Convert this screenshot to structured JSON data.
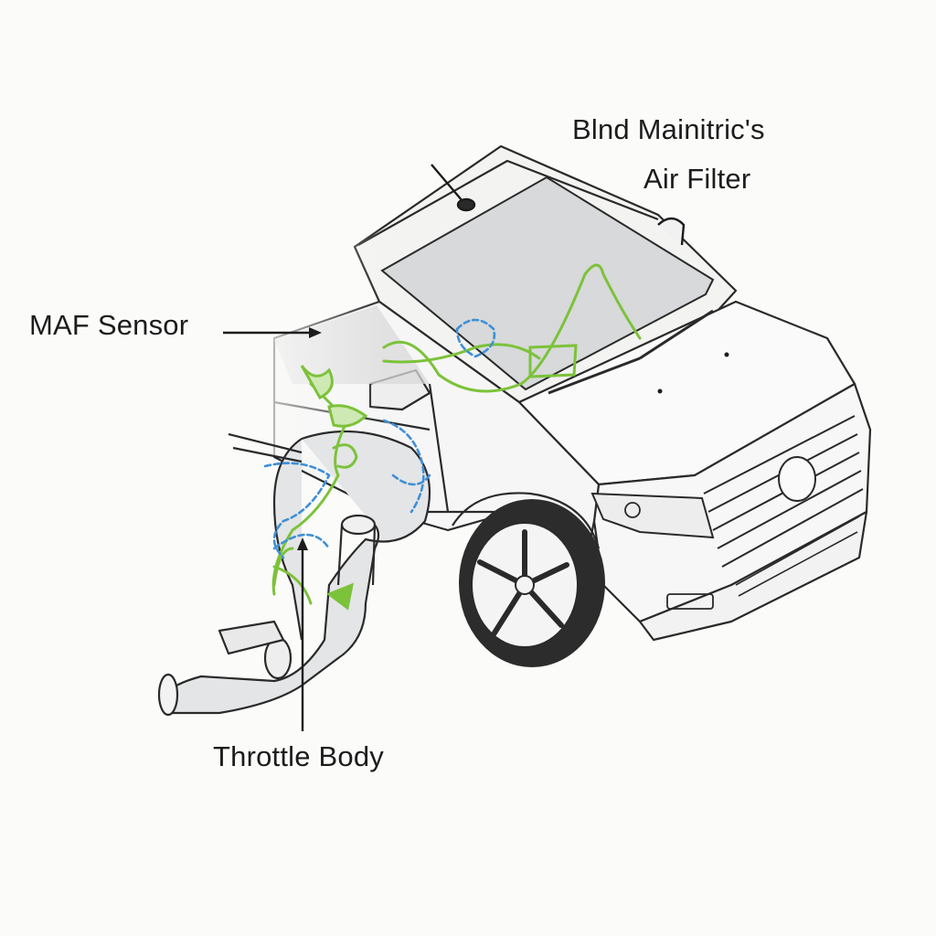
{
  "diagram": {
    "labels": {
      "brand": "Blnd Mainitric's",
      "air_filter": "Air Filter",
      "maf_sensor": "MAF Sensor",
      "throttle_body": "Throttle Body"
    },
    "colors": {
      "background": "#fbfbfa",
      "outline": "#2a2a2a",
      "glass": "#d7d9da",
      "intake_tube": "#e4e5e6",
      "wire_green": "#7cc23a",
      "wire_blue": "#3f8fd6"
    }
  }
}
